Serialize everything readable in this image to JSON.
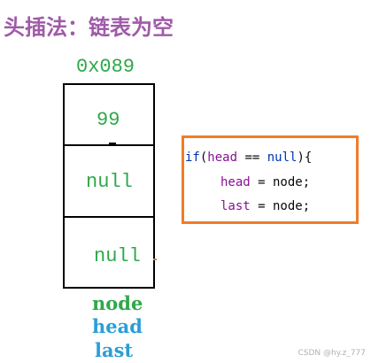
{
  "title": "头插法：链表为空",
  "node": {
    "address": "0x089",
    "data_value": "99",
    "field_2": "null",
    "field_3": "null"
  },
  "labels": {
    "node": "node",
    "head": "head",
    "last": "last"
  },
  "code": {
    "line1": {
      "kw_if": "if",
      "open": "(",
      "head": "head",
      "op": " == ",
      "null": "null",
      "close": "){"
    },
    "line2": {
      "head": "head",
      "rest": " = node;"
    },
    "line3": {
      "last": "last",
      "rest": " = node;"
    }
  },
  "colors": {
    "title": "#a05aa8",
    "node_text": "#2fa84a",
    "pointer_labels": "#2b9ed6",
    "code_border": "#ef7d2a",
    "keyword": "#0033b3",
    "field": "#871094"
  },
  "watermark": "CSDN @hy.z_777"
}
